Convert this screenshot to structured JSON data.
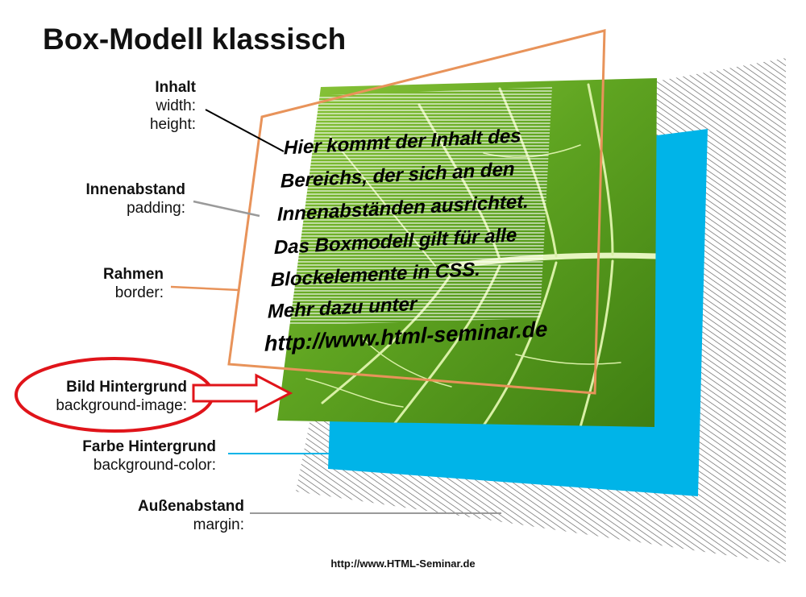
{
  "title": "Box-Modell klassisch",
  "labels": {
    "content": {
      "name": "Inhalt",
      "prop1": "width:",
      "prop2": "height:"
    },
    "padding": {
      "name": "Innenabstand",
      "prop": "padding:"
    },
    "border": {
      "name": "Rahmen",
      "prop": "border:"
    },
    "bgimage": {
      "name": "Bild Hintergrund",
      "prop": "background-image:"
    },
    "bgcolor": {
      "name": "Farbe Hintergrund",
      "prop": "background-color:"
    },
    "margin": {
      "name": "Außenabstand",
      "prop": "margin:"
    }
  },
  "content_text": [
    "Hier kommt der Inhalt des",
    "Bereichs, der sich an den",
    "Innenabständen ausrichtet.",
    "Das Boxmodell gilt für alle",
    "Blockelemente in CSS.",
    "Mehr dazu unter",
    "http://www.html-seminar.de"
  ],
  "footer": "http://www.HTML-Seminar.de",
  "colors": {
    "border_frame": "#e8935a",
    "bgcolor_layer": "#00b4e8",
    "highlight_red": "#e0141a",
    "leaf_green": "#5a9e1c",
    "margin_hatch": "#555555",
    "leader_gray": "#9a9a9a"
  }
}
